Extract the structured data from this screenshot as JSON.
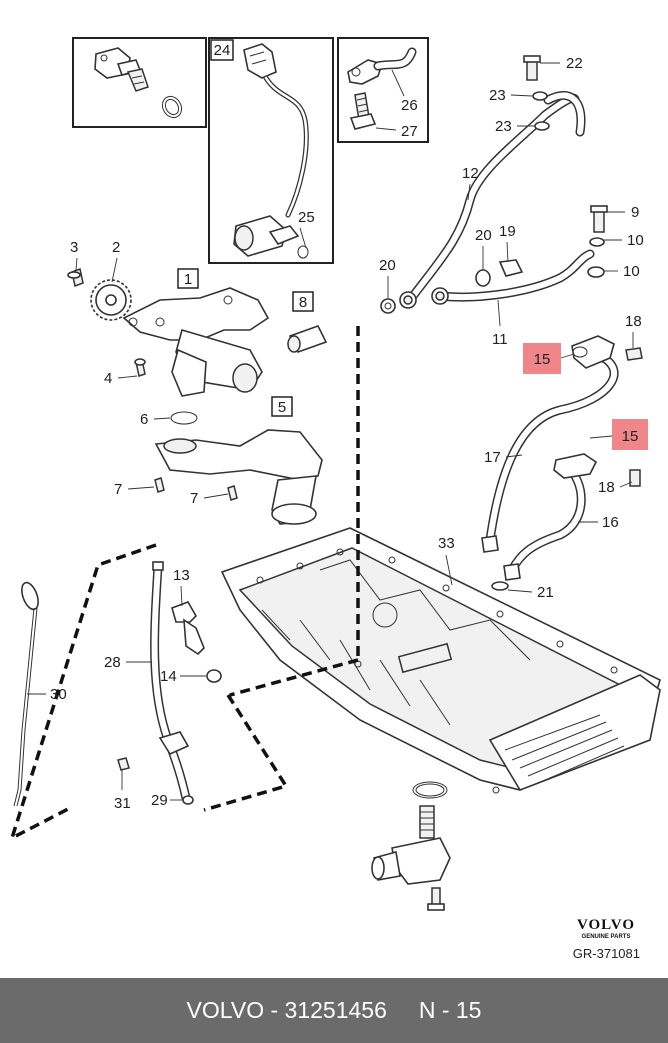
{
  "diagram": {
    "callouts": {
      "c2": "2",
      "c3": "3",
      "c4": "4",
      "c6": "6",
      "c7a": "7",
      "c7b": "7",
      "c9": "9",
      "c10a": "10",
      "c10b": "10",
      "c11": "11",
      "c12": "12",
      "c13": "13",
      "c14": "14",
      "c16": "16",
      "c17": "17",
      "c18a": "18",
      "c18b": "18",
      "c19": "19",
      "c20a": "20",
      "c20b": "20",
      "c21": "21",
      "c22": "22",
      "c23a": "23",
      "c23b": "23",
      "c25": "25",
      "c26": "26",
      "c27": "27",
      "c28": "28",
      "c29": "29",
      "c30": "30",
      "c31": "31",
      "c33": "33"
    },
    "boxed_callouts": {
      "b1": "1",
      "b5": "5",
      "b8": "8",
      "b24": "24"
    },
    "highlighted_callouts": {
      "h15a": "15",
      "h15b": "15"
    },
    "highlight_color": "#f0868a",
    "brand": {
      "name": "VOLVO",
      "tagline": "GENUINE PARTS"
    },
    "diagram_ref": "GR-371081"
  },
  "footer": {
    "text": "VOLVO - 31251456     N - 15"
  }
}
